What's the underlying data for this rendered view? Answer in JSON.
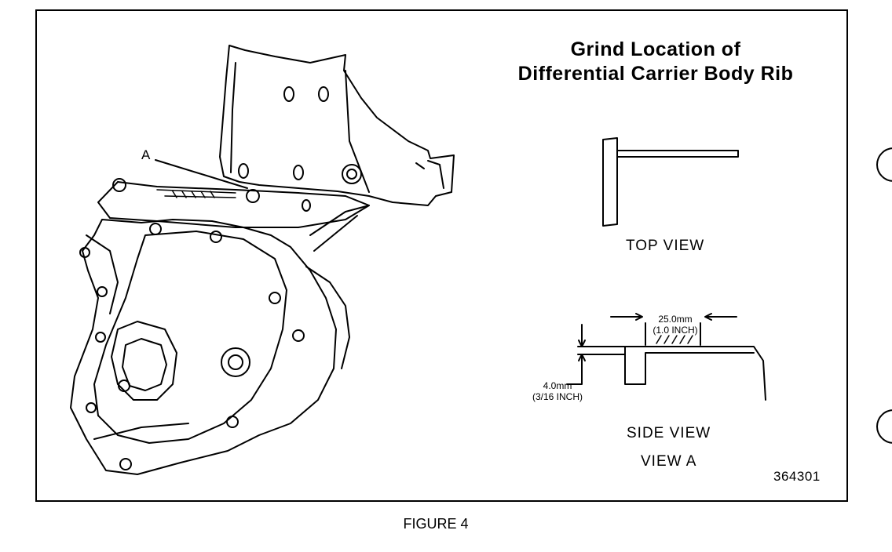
{
  "title_line1": "Grind Location of",
  "title_line2": "Differential Carrier Body Rib",
  "callout": "A",
  "top_view_label": "TOP VIEW",
  "side_view_label": "SIDE VIEW",
  "view_a_label": "VIEW A",
  "dim_width_value": "25.0mm",
  "dim_width_inch": "(1.0 INCH)",
  "dim_depth_value": "4.0mm",
  "dim_depth_inch": "(3/16 INCH)",
  "figure_number": "364301",
  "caption": "FIGURE 4"
}
